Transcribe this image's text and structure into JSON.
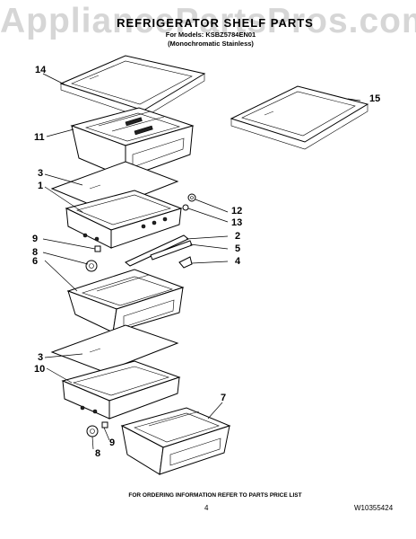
{
  "watermark": "AppliancePartsPros.com",
  "header": {
    "title": "REFRIGERATOR SHELF PARTS",
    "models_line": "For Models: KSBZ5784EN01",
    "subtitle": "(Monochromatic Stainless)"
  },
  "callouts": {
    "c14": "14",
    "c11": "11",
    "c15": "15",
    "c3a": "3",
    "c1": "1",
    "c12": "12",
    "c13": "13",
    "c9a": "9",
    "c2": "2",
    "c8a": "8",
    "c5": "5",
    "c4": "4",
    "c6": "6",
    "c3b": "3",
    "c10": "10",
    "c7": "7",
    "c9b": "9",
    "c8b": "8"
  },
  "footer": {
    "note": "FOR ORDERING INFORMATION REFER TO PARTS PRICE LIST",
    "page_number": "4",
    "doc_number": "W10355424"
  }
}
